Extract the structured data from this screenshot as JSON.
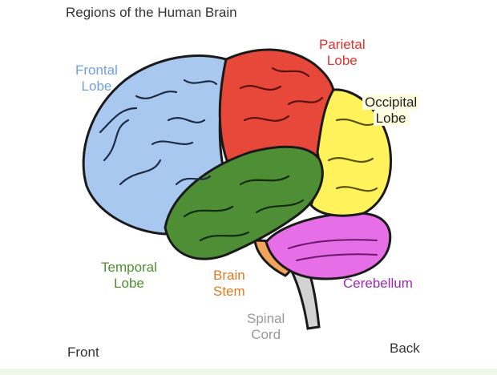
{
  "title": "Regions of the Human Brain",
  "regions": {
    "frontal": {
      "line1": "Frontal",
      "line2": "Lobe",
      "color": "#6fa0de"
    },
    "parietal": {
      "line1": "Parietal",
      "line2": "Lobe",
      "color": "#e2302e"
    },
    "occipital": {
      "line1": "Occipital",
      "line2": "Lobe",
      "color": "#222222"
    },
    "temporal": {
      "line1": "Temporal",
      "line2": "Lobe",
      "color": "#4f8f2f"
    },
    "brainstem": {
      "line1": "Brain",
      "line2": "Stem",
      "color": "#e07b1e"
    },
    "cerebellum": {
      "line1": "Cerebellum",
      "color": "#a22ab8"
    },
    "spinal": {
      "line1": "Spinal",
      "line2": "Cord",
      "color": "#999999"
    }
  },
  "orientation": {
    "front": "Front",
    "back": "Back"
  },
  "fills": {
    "frontal": "#a9c8f0",
    "parietal": "#e8483a",
    "occipital": "#fff25a",
    "temporal": "#4e8f35",
    "cerebellum": "#e66ee6",
    "brainstem": "#f2a45a",
    "spinal": "#d2d2d2"
  }
}
